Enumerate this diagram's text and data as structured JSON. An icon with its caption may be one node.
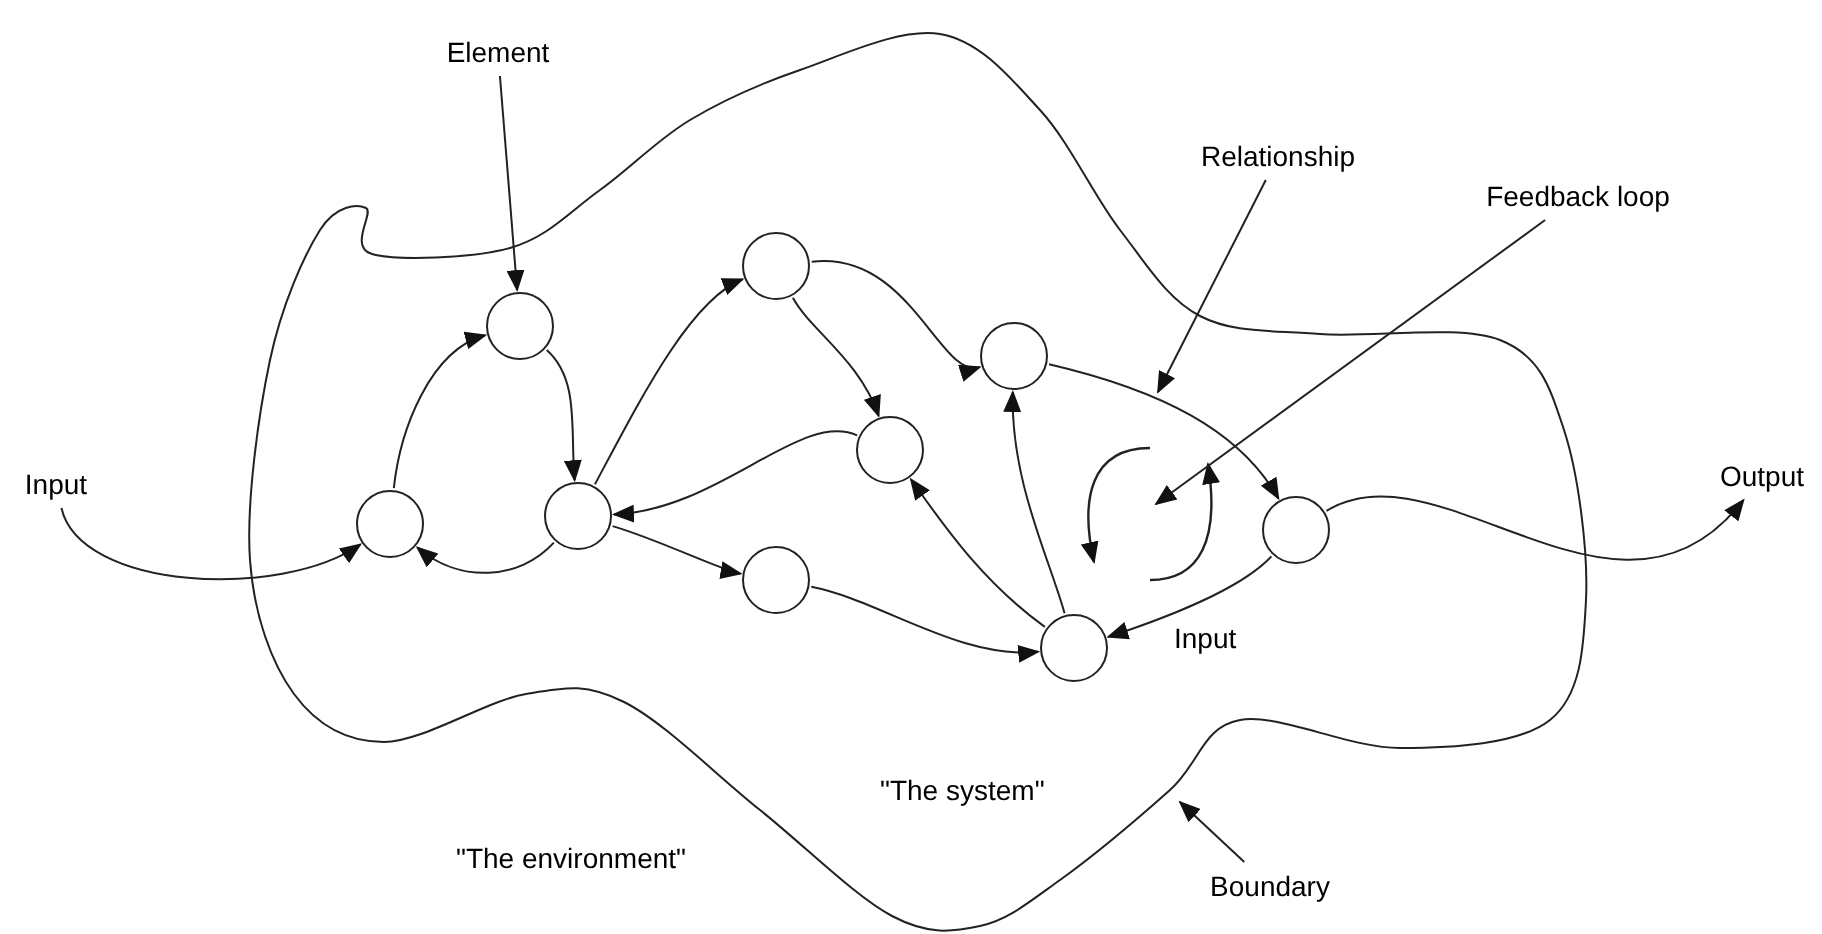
{
  "diagram": {
    "nodes": [
      {
        "text": [
          "Element"
        ]
      },
      {
        "text": [
          "Relationship"
        ]
      },
      {
        "text": [
          "Feedback loop"
        ]
      },
      {
        "text": [
          "Output"
        ]
      },
      {
        "text": [
          "Input"
        ]
      },
      {
        "text": [],
        "shape": "circle"
      },
      {
        "text": [],
        "shape": "circle"
      },
      {
        "text": [],
        "shape": "circle"
      },
      {
        "text": [],
        "shape": "circle"
      },
      {
        "text": [],
        "shape": "circle"
      },
      {
        "text": [],
        "shape": "circle"
      },
      {
        "text": [],
        "shape": "circle"
      },
      {
        "text": [],
        "shape": "circle"
      },
      {
        "text": [],
        "shape": "circle"
      },
      {
        "text": [
          "Boundary"
        ]
      }
    ],
    "edges": [
      {
        "from": 4,
        "to": 5,
        "arrow": "to"
      },
      {
        "from": 5,
        "to": 6,
        "arrow": "to"
      },
      {
        "from": 6,
        "to": 7,
        "arrow": "to"
      },
      {
        "from": 7,
        "to": 5,
        "arrow": "to"
      },
      {
        "from": 7,
        "to": 8,
        "arrow": "to"
      },
      {
        "from": 10,
        "to": 7,
        "arrow": "to"
      },
      {
        "from": 8,
        "to": 10,
        "arrow": "to"
      },
      {
        "from": 7,
        "to": 9,
        "arrow": "to"
      },
      {
        "from": 9,
        "to": 12,
        "arrow": "to"
      },
      {
        "from": 8,
        "to": 11,
        "arrow": "to"
      },
      {
        "from": 12,
        "to": 11,
        "arrow": "to"
      },
      {
        "from": 12,
        "to": 10,
        "arrow": "to"
      },
      {
        "from": 11,
        "to": 13,
        "arrow": "to"
      },
      {
        "from": 13,
        "to": 12,
        "label": "Input",
        "arrow": "to"
      },
      {
        "from": 13,
        "to": 3,
        "arrow": "to"
      },
      {
        "from": 0,
        "to": 6,
        "arrow": "to"
      },
      {
        "from": 1,
        "to": null,
        "arrow": "to"
      },
      {
        "from": 2,
        "to": null,
        "arrow": "to"
      },
      {
        "from": 14,
        "to": null,
        "arrow": "to"
      }
    ],
    "labels": [
      "\"The system\"",
      "\"The environment\""
    ]
  }
}
